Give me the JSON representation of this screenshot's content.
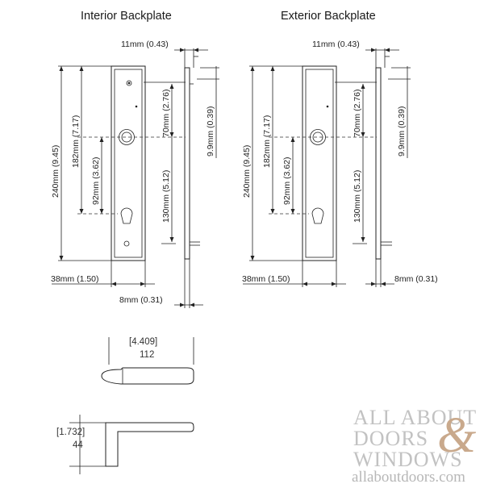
{
  "titles": {
    "interior": "Interior Backplate",
    "exterior": "Exterior Backplate"
  },
  "interior_dims": {
    "top_width": "11mm (0.43)",
    "overall_height": "240mm (9.45)",
    "spindle_to_bottom": "182mm (7.17)",
    "spindle_to_cyl": "92mm (3.62)",
    "top_to_spindle": "70mm (2.76)",
    "spindle_to_screw": "130mm (5.12)",
    "thickness_9": "9.9mm (0.39)",
    "plate_width": "38mm (1.50)",
    "thickness_8": "8mm (0.31)"
  },
  "exterior_dims": {
    "top_width": "11mm (0.43)",
    "overall_height": "240mm (9.45)",
    "spindle_to_bottom": "182mm (7.17)",
    "spindle_to_cyl": "92mm (3.62)",
    "top_to_spindle": "70mm (2.76)",
    "spindle_to_screw": "130mm (5.12)",
    "thickness_9": "9.9mm (0.39)",
    "plate_width": "38mm (1.50)",
    "thickness_8": "8mm (0.31)"
  },
  "lever_dims": {
    "length_in": "4.409",
    "length_mm": "112",
    "height_in": "1.732",
    "height_mm": "44"
  },
  "watermark": {
    "line1": "ALL ABOUT",
    "line2": "DOORS",
    "amp": "&",
    "line3": "WINDOWS",
    "url": "allaboutdoors.com"
  }
}
